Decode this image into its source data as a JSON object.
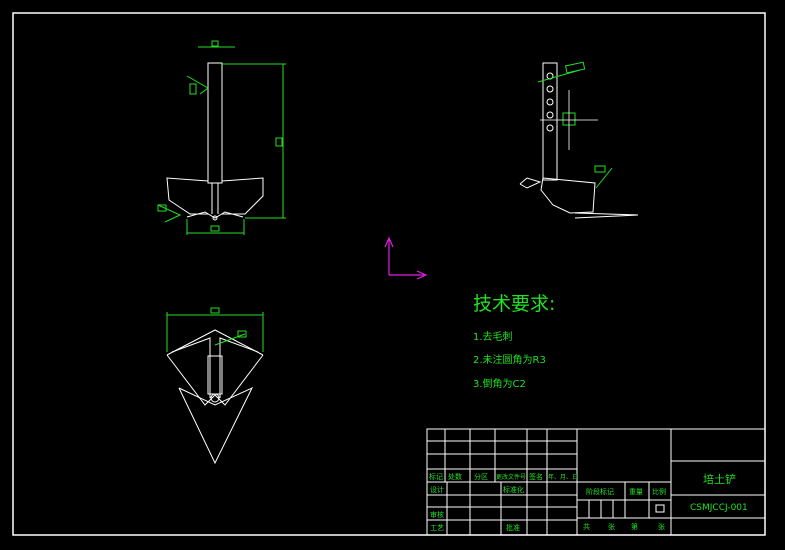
{
  "colors": {
    "background": "#000000",
    "outline": "#ffffff",
    "dimension": "#22e022",
    "ucs_axis": "#e020e0"
  },
  "tech_requirements": {
    "heading": "技术要求:",
    "items": [
      "1.去毛刺",
      "2.未注圆角为R3",
      "3.倒角为C2"
    ]
  },
  "title_block": {
    "part_name": "培土铲",
    "drawing_number": "CSMJCCJ-001",
    "labels": {
      "mark": "标记",
      "count": "处数",
      "zone": "分区",
      "change_doc": "更改文件号",
      "signature": "签名",
      "date": "年、月、日",
      "design": "设计",
      "standardize": "标准化",
      "review": "审核",
      "process": "工艺",
      "approve": "批准",
      "stage_mark": "阶段标记",
      "weight": "重量",
      "scale": "比例",
      "total": "共",
      "sheets": "张",
      "page_of": "第",
      "page": "张"
    }
  }
}
